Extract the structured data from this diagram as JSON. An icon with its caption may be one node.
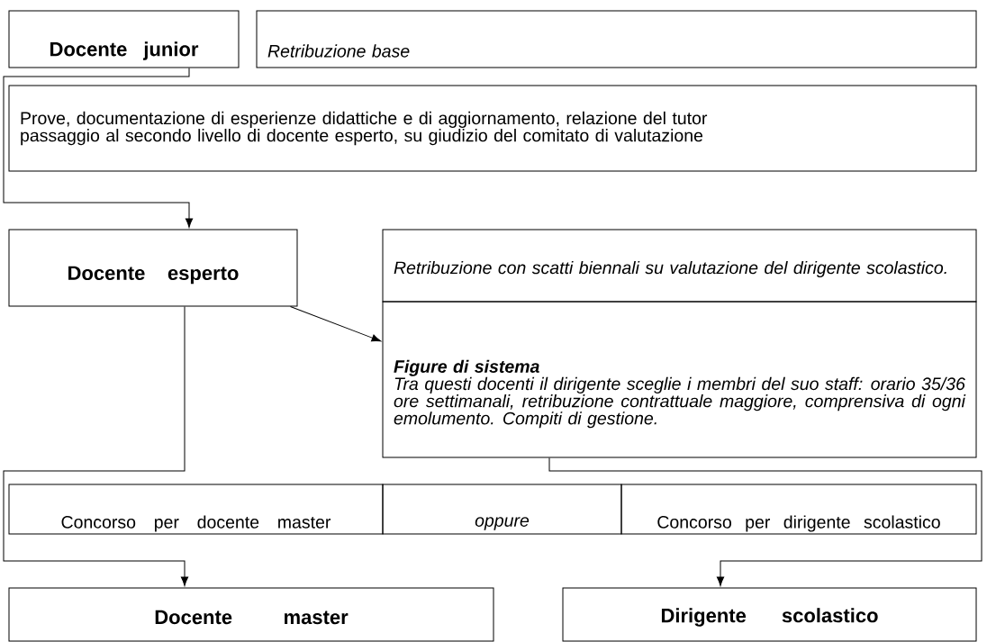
{
  "diagram": {
    "nodes": [
      {
        "text": [
          "Docente junior"
        ]
      },
      {
        "text": [
          "Retribuzione base"
        ]
      },
      {
        "text": [
          "Prove, documentazione di esperienze didattiche e di aggiornamento, relazione del tutor",
          "passaggio al secondo livello di docente esperto, su giudizio del comitato di valutazione"
        ]
      },
      {
        "text": [
          "Docente esperto"
        ]
      },
      {
        "text": [
          "Retribuzione con scatti biennali su valutazione del dirigente scolastico."
        ]
      },
      {
        "text": [
          "Figure di sistema",
          "Tra questi docenti il dirigente sceglie i membri del suo staff: orario 35/36 ore settimanali, retribuzione contrattuale maggiore, comprensiva di ogni emolumento. Compiti di gestione."
        ]
      },
      {
        "text": [
          "Concorso per docente master"
        ]
      },
      {
        "text": [
          "oppure"
        ]
      },
      {
        "text": [
          "Concorso per dirigente scolastico"
        ]
      },
      {
        "text": [
          "Docente master"
        ]
      },
      {
        "text": [
          "Dirigente scolastico"
        ]
      }
    ],
    "edges": [
      {
        "from": 0,
        "to": 3,
        "arrow": "to"
      },
      {
        "from": 3,
        "to": 5,
        "arrow": "to"
      },
      {
        "from": 3,
        "to": 9,
        "arrow": "to"
      },
      {
        "from": 5,
        "to": 10,
        "arrow": "to"
      }
    ]
  }
}
